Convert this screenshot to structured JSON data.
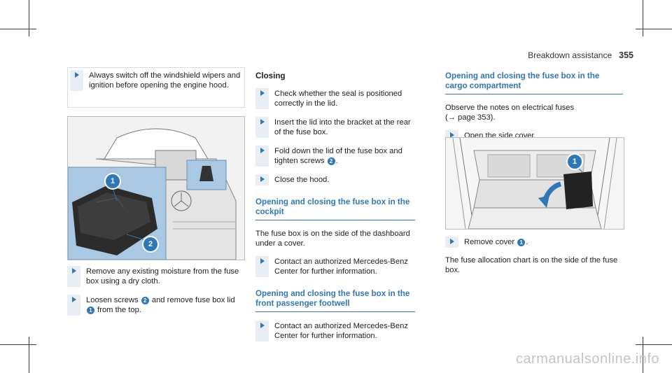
{
  "header": {
    "section": "Breakdown assistance",
    "page": "355"
  },
  "col1": {
    "note_step": "Always switch off the windshield wipers and ignition before opening the engine hood.",
    "image_callouts": [
      "1",
      "2"
    ],
    "steps": [
      {
        "before": "Remove any existing moisture from the fuse box using a dry cloth.",
        "badge1": "",
        "mid": "",
        "badge2": "",
        "after": ""
      },
      {
        "before": "Loosen screws ",
        "badge1": "2",
        "mid": " and remove fuse box lid ",
        "badge2": "1",
        "after": " from the top."
      }
    ]
  },
  "col2": {
    "closing_heading": "Closing",
    "closing_steps": [
      {
        "before": "Check whether the seal is positioned correctly in the lid.",
        "badge": "",
        "after": ""
      },
      {
        "before": "Insert the lid into the bracket at the rear of the fuse box.",
        "badge": "",
        "after": ""
      },
      {
        "before": "Fold down the lid of the fuse box and tighten screws ",
        "badge": "2",
        "after": "."
      },
      {
        "before": "Close the hood.",
        "badge": "",
        "after": ""
      }
    ],
    "cockpit_heading": "Opening and closing the fuse box in the cockpit",
    "cockpit_text": "The fuse box is on the side of the dashboard under a cover.",
    "cockpit_step": "Contact an authorized Mercedes-Benz Center for further information.",
    "footwell_heading": "Opening and closing the fuse box in the front passenger footwell",
    "footwell_step": "Contact an authorized Mercedes-Benz Center for further information."
  },
  "col3": {
    "cargo_heading": "Opening and closing the fuse box in the cargo compartment",
    "observe_text": "Observe the notes on electrical fuses",
    "observe_ref": "(→ page 353).",
    "open_step": "Open the side cover.",
    "image_callout": "1",
    "remove_before": "Remove cover ",
    "remove_badge": "1",
    "remove_after": ".",
    "chart_text": "The fuse allocation chart is on the side of the fuse box."
  },
  "watermark": "carmanualsonline.info",
  "colors": {
    "accent": "#2f78b8",
    "step_bar": "#e8eef4",
    "inset_bg": "#a9c8e4"
  }
}
